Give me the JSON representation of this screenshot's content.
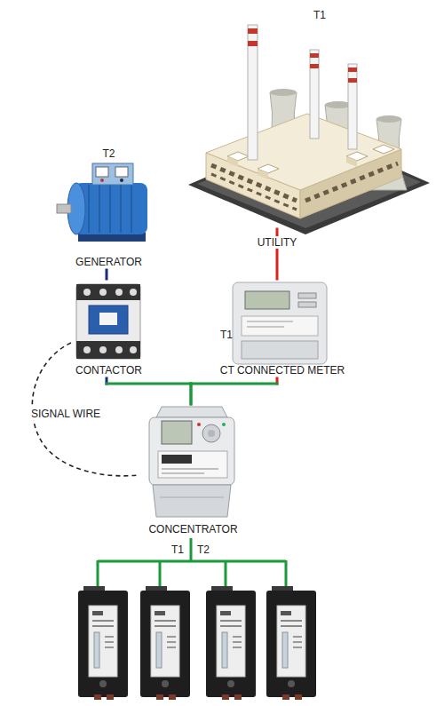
{
  "diagram": {
    "nodes": [
      {
        "text": [
          "T1"
        ]
      },
      {
        "text": [
          "T2",
          "GENERATOR"
        ]
      },
      {
        "text": [
          "CONTACTOR"
        ]
      },
      {
        "text": [
          "T1",
          "CT CONNECTED METER"
        ]
      },
      {
        "text": [
          "CONCENTRATOR"
        ]
      }
    ],
    "edges": [
      {
        "from": 0,
        "to": 3,
        "label": "UTILITY",
        "arrow": "none"
      },
      {
        "from": 1,
        "to": 2,
        "arrow": "none"
      },
      {
        "from": 2,
        "to": 4,
        "arrow": "none"
      },
      {
        "from": 3,
        "to": 4,
        "arrow": "none"
      },
      {
        "from": 2,
        "to": 4,
        "label": "SIGNAL WIRE",
        "arrow": "none"
      }
    ],
    "labels": [
      "T1",
      "T2"
    ]
  }
}
